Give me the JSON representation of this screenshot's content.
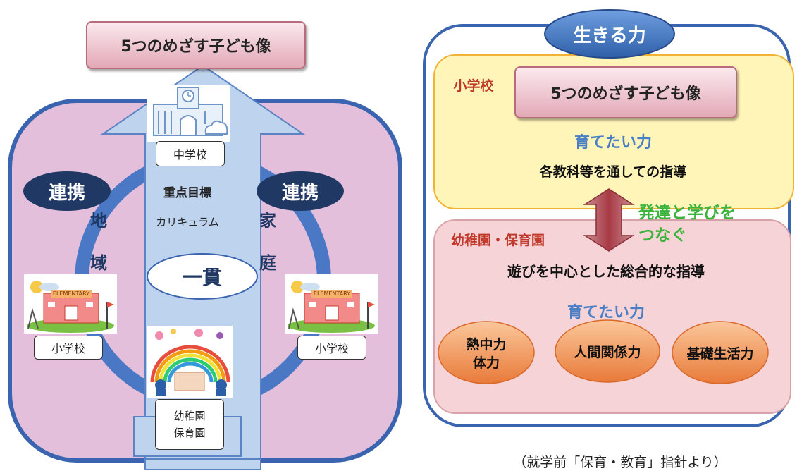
{
  "left": {
    "goal_box": "5つのめざす子ども像",
    "link_left": "連携",
    "link_right": "連携",
    "community": [
      "地",
      "域"
    ],
    "family": [
      "家",
      "庭"
    ],
    "junior_high": "中学校",
    "focus_goal": "重点目標",
    "curriculum": "カリキュラム",
    "consistency": "一貫",
    "elementary_left": "小学校",
    "elementary_right": "小学校",
    "kindergarten": [
      "幼稚園",
      "保育園"
    ],
    "school_sign": "ELEMENTARY"
  },
  "right": {
    "title": "生きる力",
    "elementary_label": "小学校",
    "goal_box": "5つのめざす子ども像",
    "abilities_upper": "育てたい力",
    "subject_guidance": "各教科等を通しての指導",
    "connect": [
      "発達と学びを",
      "つなぐ"
    ],
    "preschool_label": "幼稚園・保育園",
    "play_guidance": "遊びを中心とした総合的な指導",
    "abilities_lower": "育てたい力",
    "ability1": [
      "熱中力",
      "体力"
    ],
    "ability2": "人間関係力",
    "ability3": "基礎生活力"
  },
  "source_note": "（就学前「保育・教育」指針より）",
  "colors": {
    "pink_panel": "#e4bfdc",
    "blue_ring": "#4472c4",
    "navy_oval": "#1f3864",
    "arrow_fill": "#bdd3ee",
    "yellow_panel": "#fff5b8",
    "orange_oval": "#f4a460",
    "green_text": "#3cb43c",
    "red_label": "#c0392b"
  }
}
